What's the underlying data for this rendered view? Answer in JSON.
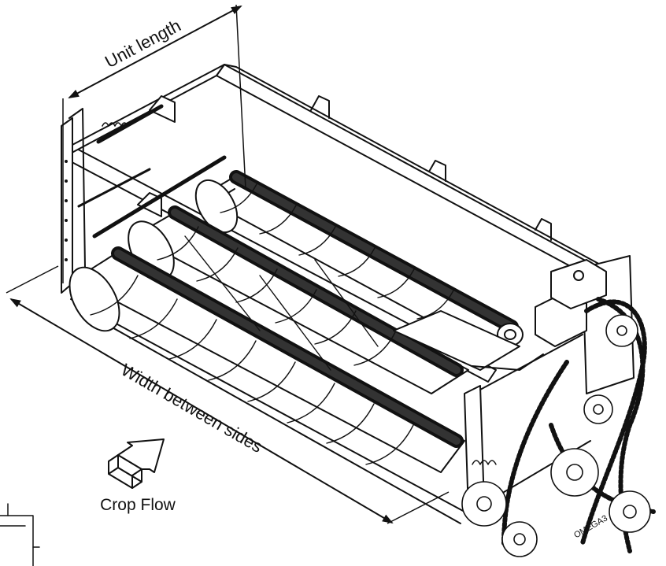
{
  "labels": {
    "unit_length": "Unit length",
    "width_between_sides": "Width between sides",
    "crop_flow": "Crop Flow",
    "maker_mark": "OMEGA3"
  },
  "colors": {
    "ink": "#111111",
    "background": "#ffffff"
  },
  "icons": {
    "crop_flow_arrow": "isometric-arrow-icon"
  }
}
